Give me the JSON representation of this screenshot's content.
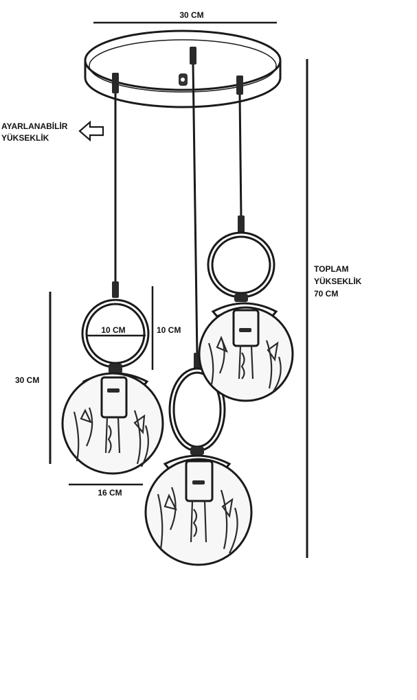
{
  "labels": {
    "canopy_width": "30 CM",
    "adjustable_line1": "AYARLANABİLİR",
    "adjustable_line2": "YÜKSEKLİK",
    "total_line1": "TOPLAM",
    "total_line2": "YÜKSEKLİK",
    "total_line3": "70 CM",
    "ring_width": "10 CM",
    "ring_height": "10 CM",
    "pendant_height": "30 CM",
    "globe_width": "16 CM"
  },
  "colors": {
    "ink": "#1a1a1a",
    "background": "#ffffff"
  }
}
